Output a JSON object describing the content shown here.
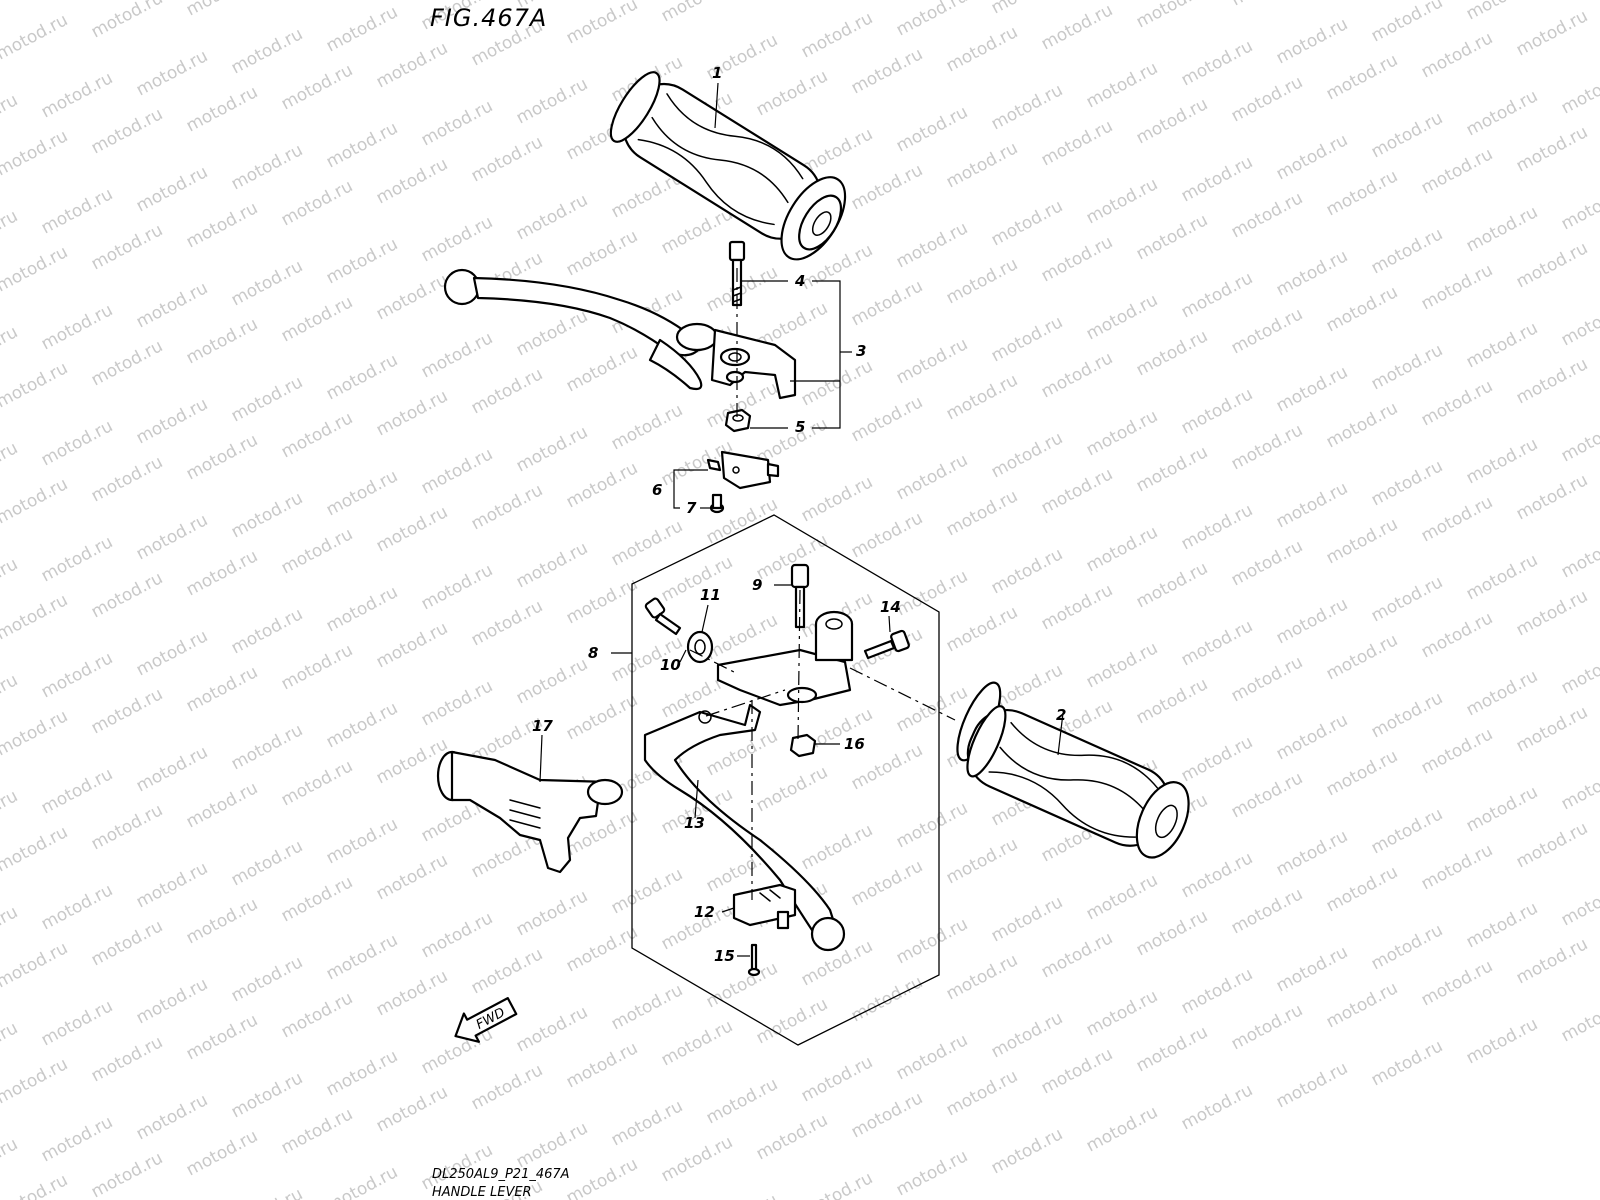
{
  "figure": {
    "title": "FIG.467A",
    "model_code": "DL250AL9_P21_467A",
    "caption": "HANDLE LEVER",
    "fwd_label": "FWD",
    "watermark": "motod.ru"
  },
  "callouts": [
    {
      "id": "c1",
      "label": "1"
    },
    {
      "id": "c2",
      "label": "2"
    },
    {
      "id": "c3",
      "label": "3"
    },
    {
      "id": "c4",
      "label": "4"
    },
    {
      "id": "c5",
      "label": "5"
    },
    {
      "id": "c6",
      "label": "6"
    },
    {
      "id": "c7",
      "label": "7"
    },
    {
      "id": "c8",
      "label": "8"
    },
    {
      "id": "c9",
      "label": "9"
    },
    {
      "id": "c10",
      "label": "10"
    },
    {
      "id": "c11",
      "label": "11"
    },
    {
      "id": "c12",
      "label": "12"
    },
    {
      "id": "c13",
      "label": "13"
    },
    {
      "id": "c14",
      "label": "14"
    },
    {
      "id": "c15",
      "label": "15"
    },
    {
      "id": "c16",
      "label": "16"
    },
    {
      "id": "c17",
      "label": "17"
    }
  ]
}
